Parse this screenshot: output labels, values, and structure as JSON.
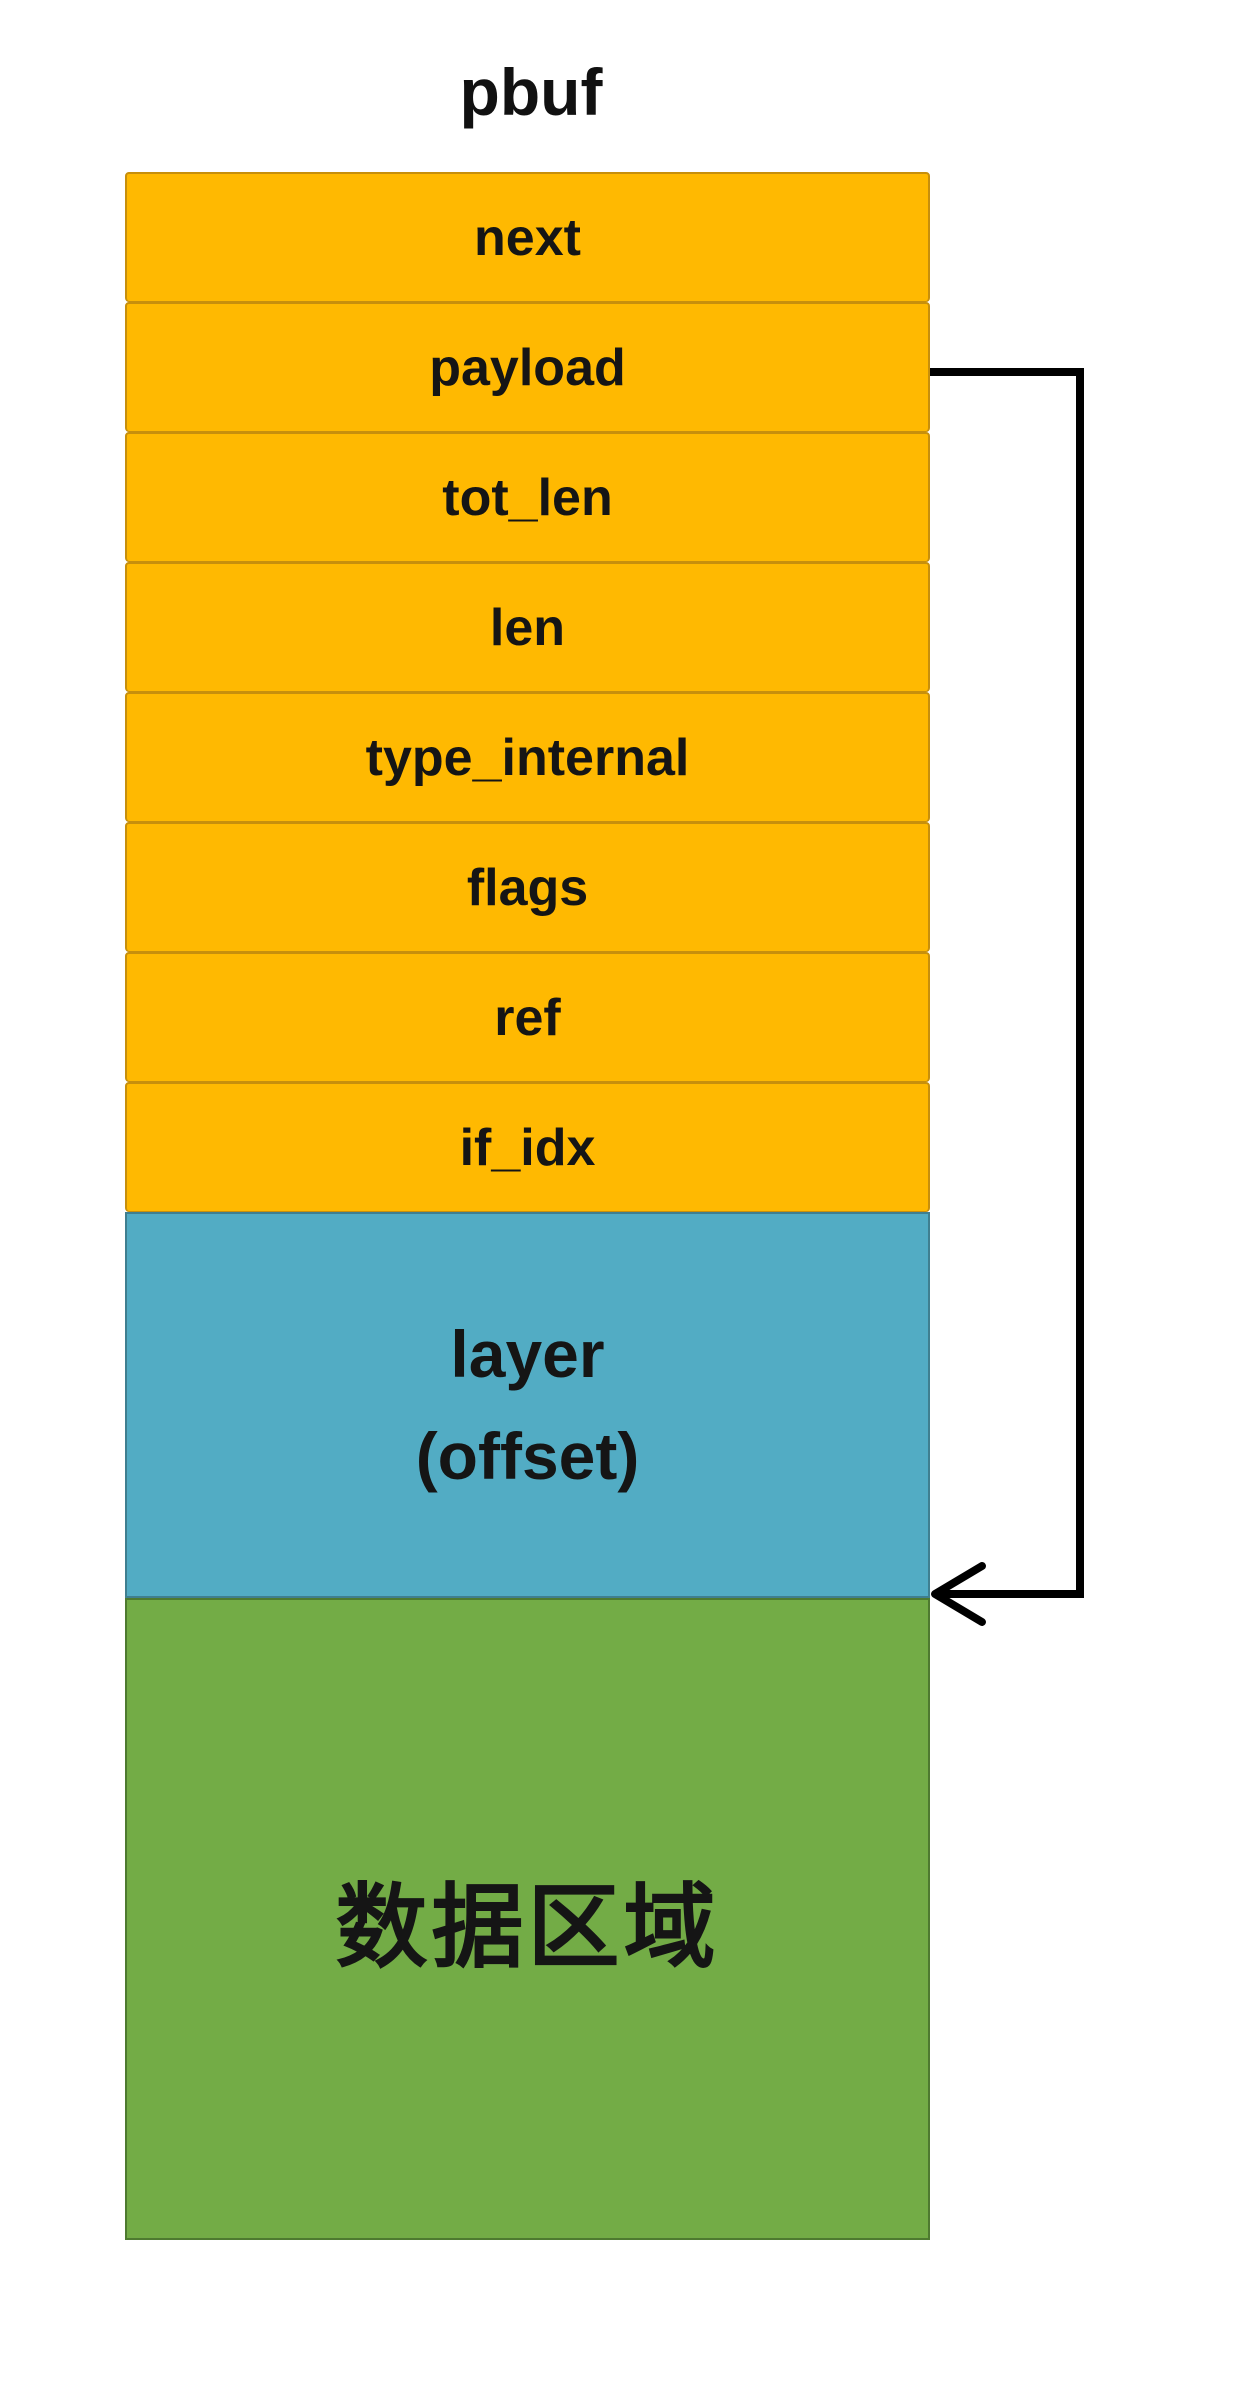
{
  "title": "pbuf",
  "fields": [
    {
      "label": "next"
    },
    {
      "label": "payload"
    },
    {
      "label": "tot_len"
    },
    {
      "label": "len"
    },
    {
      "label": "type_internal"
    },
    {
      "label": "flags"
    },
    {
      "label": "ref"
    },
    {
      "label": "if_idx"
    }
  ],
  "layer": {
    "line1": "layer",
    "line2": "(offset)"
  },
  "data_region": {
    "label": "数据区域"
  },
  "colors": {
    "header_fields": "#FFB901",
    "layer": "#52ACC4",
    "data_region": "#73AC46",
    "arrow": "#000000"
  }
}
